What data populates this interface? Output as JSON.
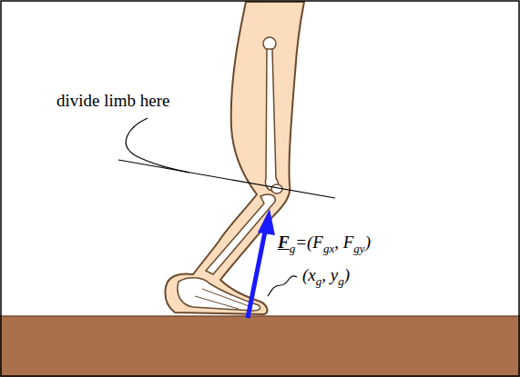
{
  "diagram": {
    "labels": [
      "divide limb here",
      "F",
      "g",
      "=(F",
      "gx",
      ", F",
      "gy",
      ")",
      "(x",
      "g",
      ", y",
      "g",
      ")"
    ]
  }
}
